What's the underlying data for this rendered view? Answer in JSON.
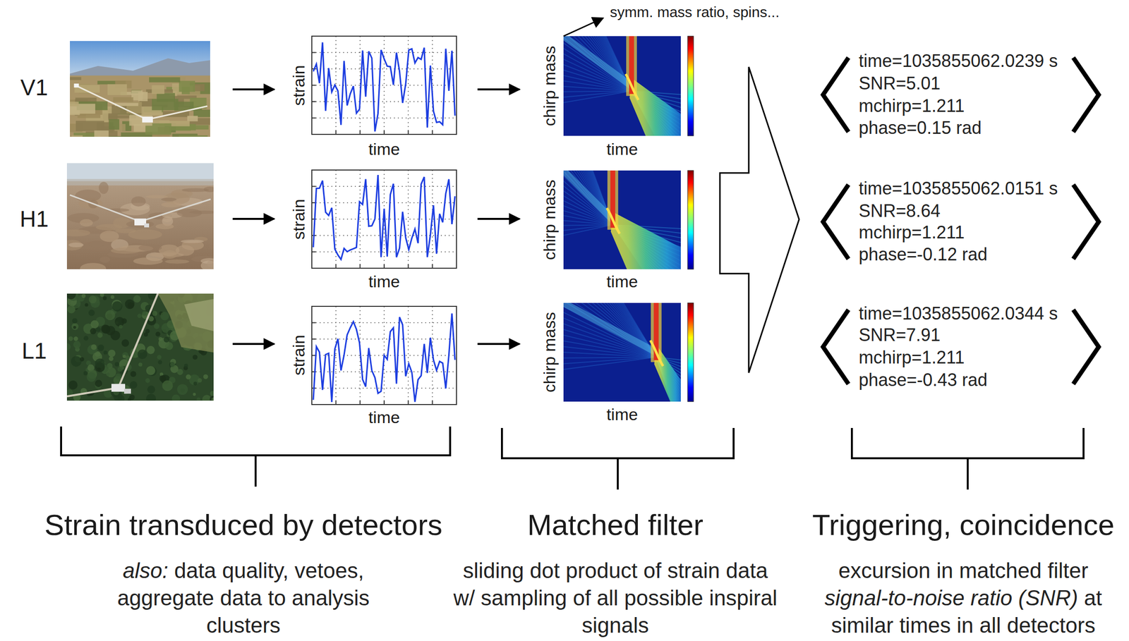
{
  "diagram": {
    "labels": [
      "symm. mass ratio, spins...",
      "V1",
      "strain",
      "time",
      "chirp mass",
      "time",
      "time=1035855062.0239 s",
      "SNR=5.01",
      "mchirp=1.211",
      "phase=0.15 rad",
      "H1",
      "strain",
      "time",
      "chirp mass",
      "time",
      "time=1035855062.0151 s",
      "SNR=8.64",
      "mchirp=1.211",
      "phase=-0.12 rad",
      "L1",
      "strain",
      "time",
      "chirp mass",
      "time",
      "time=1035855062.0344 s",
      "SNR=7.91",
      "mchirp=1.211",
      "phase=-0.43 rad",
      "Strain transduced by detectors",
      "Matched filter",
      "Triggering, coincidence",
      "also:",
      "data quality, vetoes, aggregate data to analysis clusters",
      "sliding dot product of strain data w/ sampling of all possible inspiral signals",
      "excursion in matched filter",
      "signal-to-noise ratio (SNR)",
      "at similar times in all detectors"
    ]
  }
}
